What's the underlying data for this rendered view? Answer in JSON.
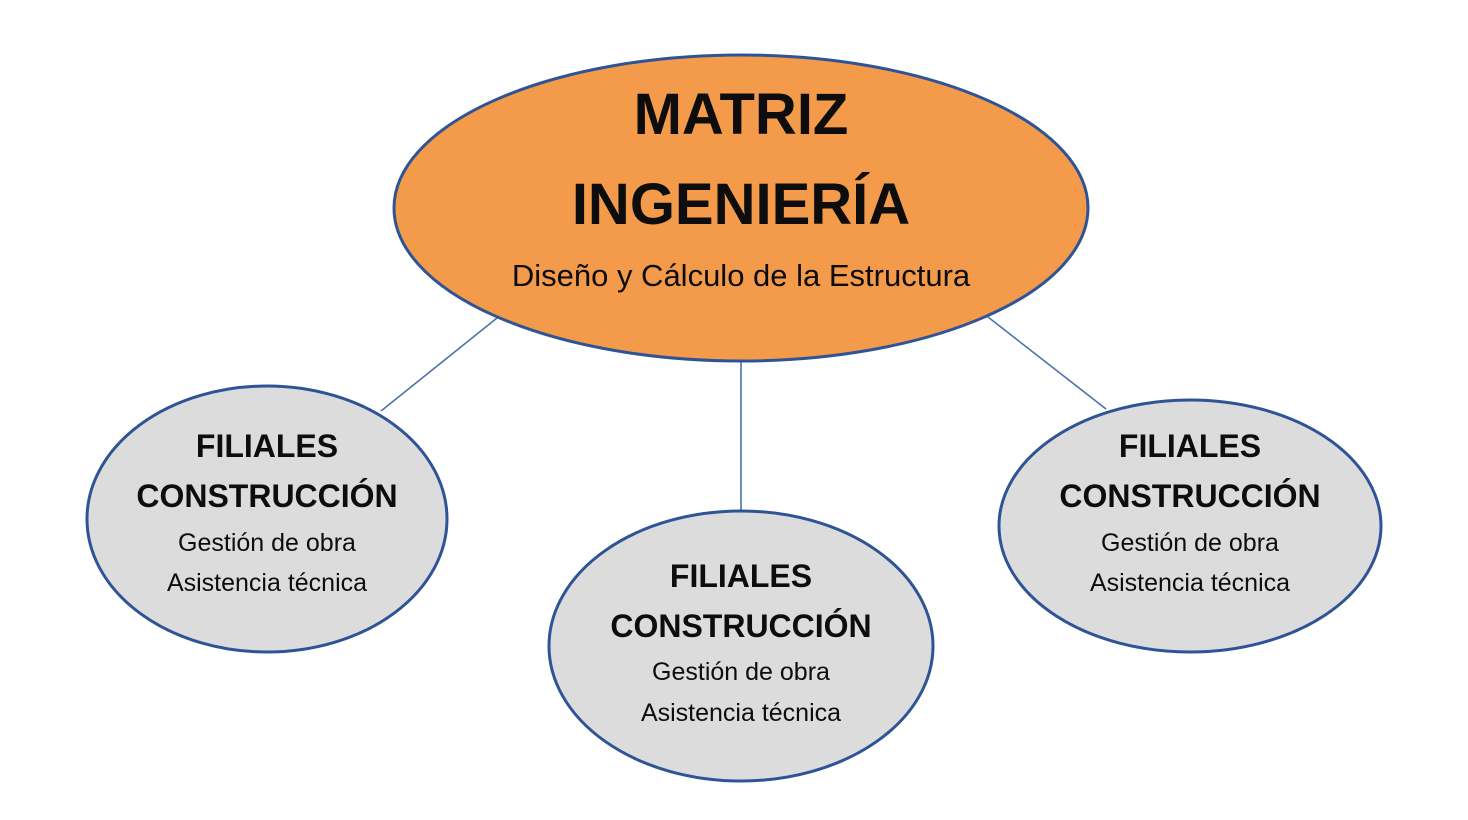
{
  "colors": {
    "main_fill": "#f39a4b",
    "child_fill": "#dcdcdc",
    "stroke": "#2f5496",
    "connector": "#4a74a8"
  },
  "main_node": {
    "title_line1": "MATRIZ",
    "title_line2": "INGENIERÍA",
    "subtitle": "Diseño y Cálculo de la Estructura"
  },
  "child_nodes": [
    {
      "title_line1": "FILIALES",
      "title_line2": "CONSTRUCCIÓN",
      "detail_line1": "Gestión de obra",
      "detail_line2": "Asistencia técnica"
    },
    {
      "title_line1": "FILIALES",
      "title_line2": "CONSTRUCCIÓN",
      "detail_line1": "Gestión de obra",
      "detail_line2": "Asistencia técnica"
    },
    {
      "title_line1": "FILIALES",
      "title_line2": "CONSTRUCCIÓN",
      "detail_line1": "Gestión de obra",
      "detail_line2": "Asistencia técnica"
    }
  ]
}
